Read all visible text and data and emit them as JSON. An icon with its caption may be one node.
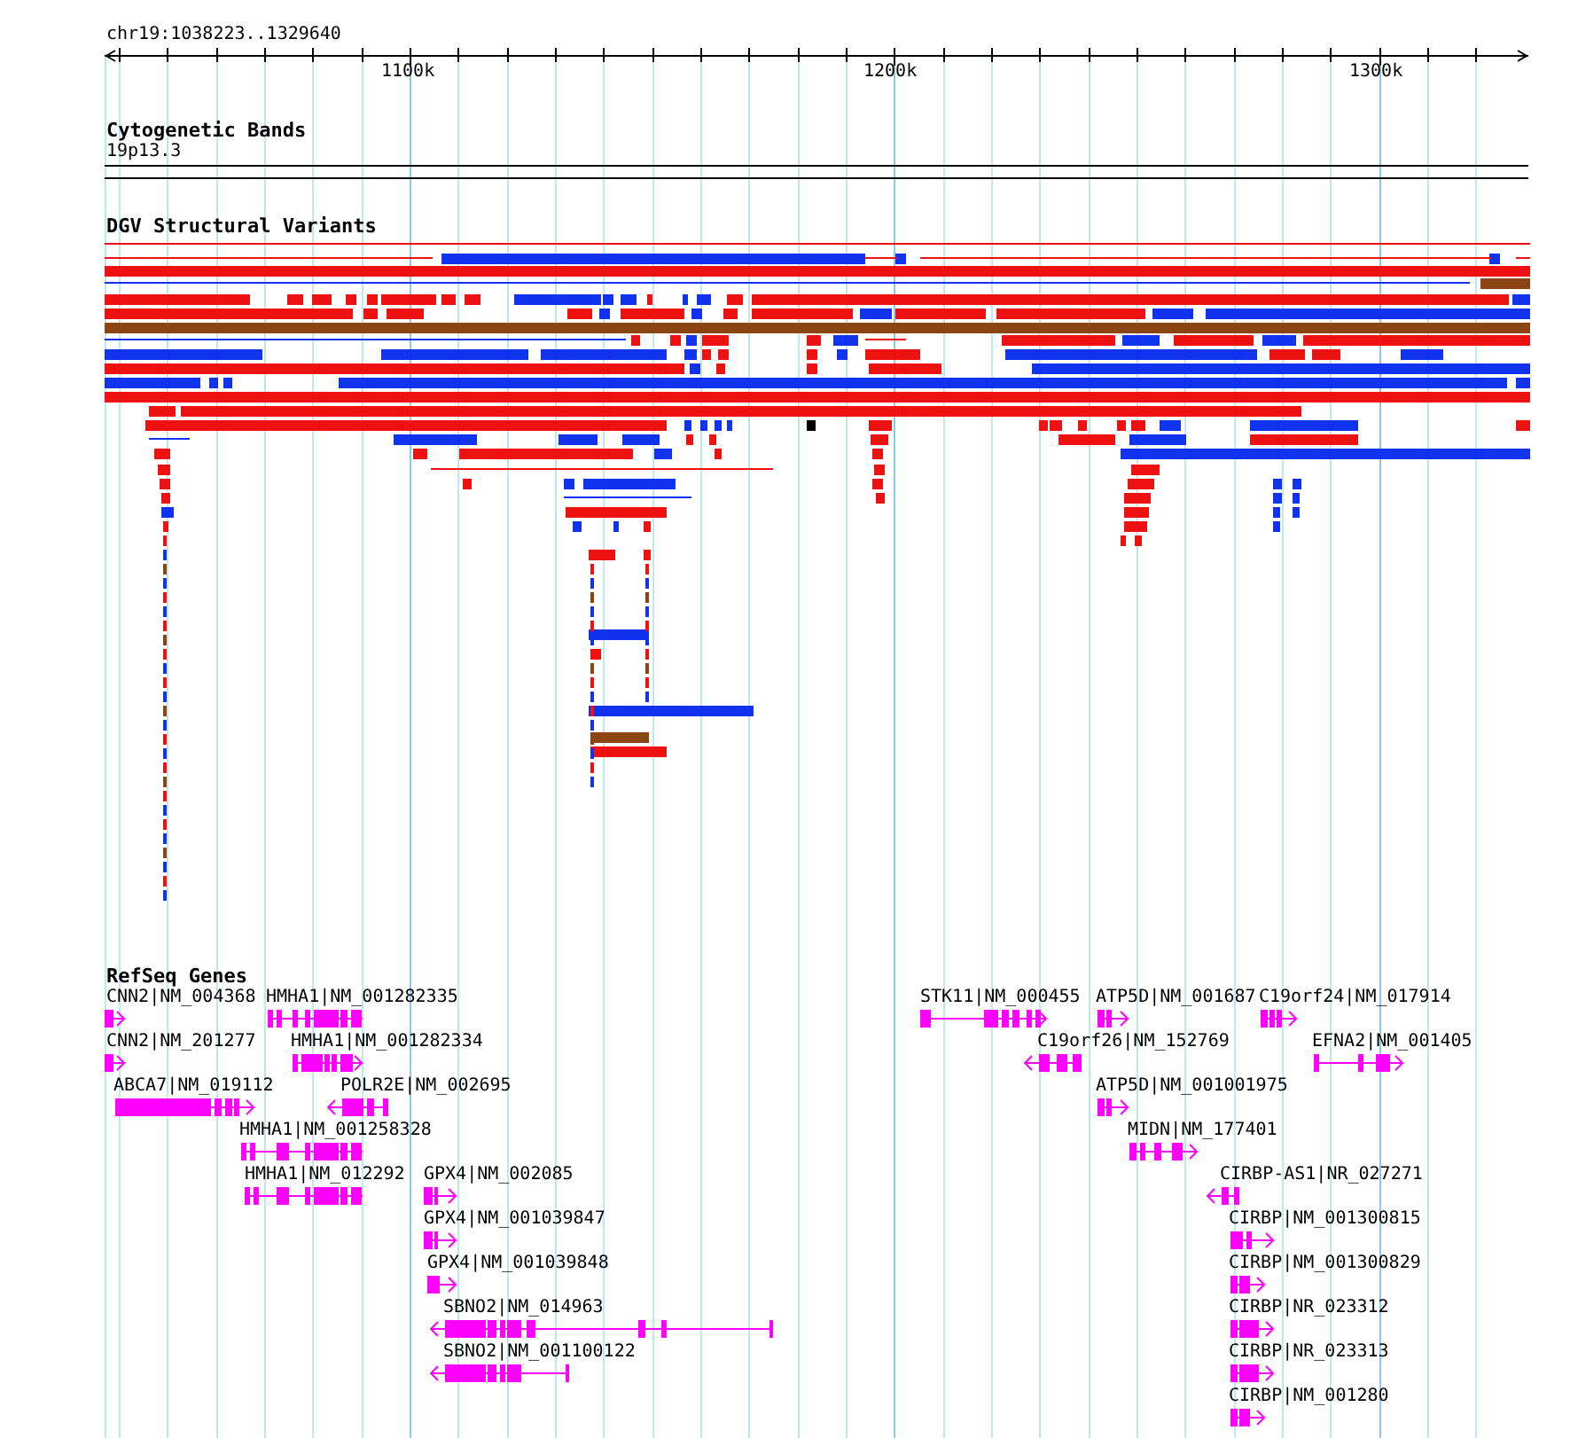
{
  "diagram": {
    "labels": [
      "chr19:1038223..1329640",
      "1100k",
      "1200k",
      "1300k",
      "Cytogenetic Bands",
      "19p13.3",
      "DGV Structural Variants",
      "RefSeq Genes",
      "CNN2|NM_004368",
      "HMHA1|NM_001282335",
      "STK11|NM_000455",
      "ATP5D|NM_001687",
      "C19orf24|NM_017914",
      "CNN2|NM_201277",
      "HMHA1|NM_001282334",
      "C19orf26|NM_152769",
      "EFNA2|NM_001405",
      "ABCA7|NM_019112",
      "POLR2E|NM_002695",
      "ATP5D|NM_001001975",
      "HMHA1|NM_001258328",
      "MIDN|NM_177401",
      "HMHA1|NM_012292",
      "GPX4|NM_002085",
      "CIRBP-AS1|NR_027271",
      "GPX4|NM_001039847",
      "CIRBP|NM_001300815",
      "GPX4|NM_001039848",
      "CIRBP|NM_001300829",
      "SBNO2|NM_014963",
      "CIRBP|NR_023312",
      "SBNO2|NM_001100122",
      "CIRBP|NR_023313",
      "CIRBP|NM_001280"
    ]
  }
}
